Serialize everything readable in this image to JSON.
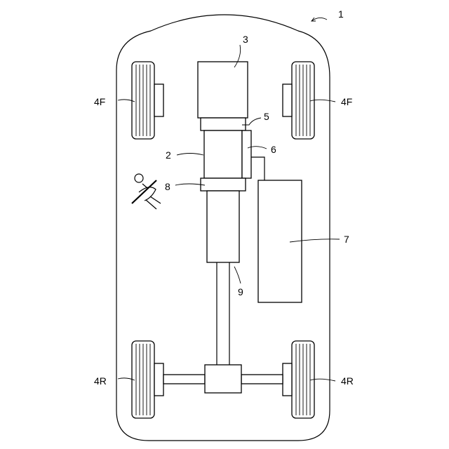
{
  "labels": {
    "vehicle": "1",
    "component_2": "2",
    "component_3": "3",
    "wheel_front_left": "4F",
    "wheel_front_right": "4F",
    "wheel_rear_left": "4R",
    "wheel_rear_right": "4R",
    "component_5": "5",
    "component_6": "6",
    "component_7": "7",
    "component_8": "8",
    "component_9": "9"
  },
  "colors": {
    "stroke": "#000000",
    "fill": "#ffffff"
  }
}
